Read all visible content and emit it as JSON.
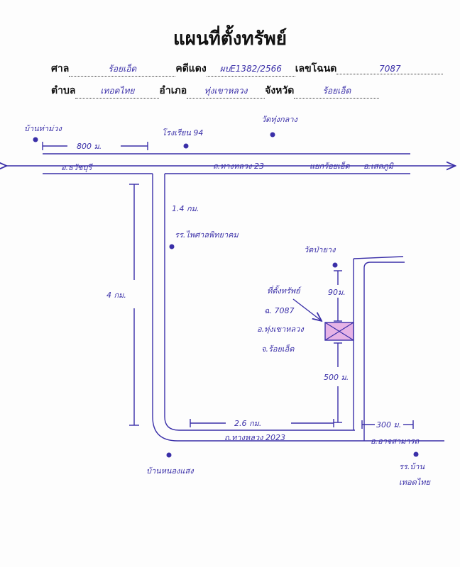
{
  "title": "แผนที่ตั้งทรัพย์",
  "form": {
    "court_label": "ศาล",
    "court_value": "ร้อยเอ็ด",
    "red_case_label": "คดีแดง",
    "red_case_value": "ผบE1382/2566",
    "deed_label": "เลขโฉนด",
    "deed_value": "7087",
    "subdistrict_label": "ตำบล",
    "subdistrict_value": "เทอดไทย",
    "district_label": "อำเภอ",
    "district_value": "ทุ่งเขาหลวง",
    "province_label": "จังหวัด",
    "province_value": "ร้อยเอ็ด"
  },
  "map": {
    "landmarks": {
      "ban_tha_muang": "บ้านท่าม่วง",
      "school_94": "โรงเรียน 94",
      "wat_nong_kham": "วัดทุ่งกลาง",
      "school_phaisan": "รร.ไพศาลพิทยาคม",
      "wat_pa_yang": "วัดป่ายาง",
      "ban_nong_saeng": "บ้านหนองแสง",
      "school_ban_a": "รร.บ้าน",
      "school_ban_b": "เทอดไทย"
    },
    "roads": {
      "top_left": "อ.ธวัชบุรี",
      "top_main": "ถ.ทางหลวง 23",
      "top_junction": "แยกร้อยเอ็ด",
      "top_right": "อ.เสลภูมิ",
      "bottom_main": "ถ.ทางหลวง 2023",
      "bottom_right": "อ.อาจสามารถ"
    },
    "distances": {
      "d800": "800 ม.",
      "d1_4": "1.4 กม.",
      "d4": "4 กม.",
      "d90": "90ม.",
      "d500": "500 ม.",
      "d2_6": "2.6 กม.",
      "d300": "300 ม."
    },
    "property": {
      "label": "ที่ตั้งทรัพย์",
      "deed": "ฉ. 7087",
      "district": "อ.ทุ่งเขาหลวง",
      "province": "จ.ร้อยเอ็ด"
    }
  },
  "colors": {
    "ink": "#3a2fa8",
    "property_fill": "#e6b3e6"
  }
}
